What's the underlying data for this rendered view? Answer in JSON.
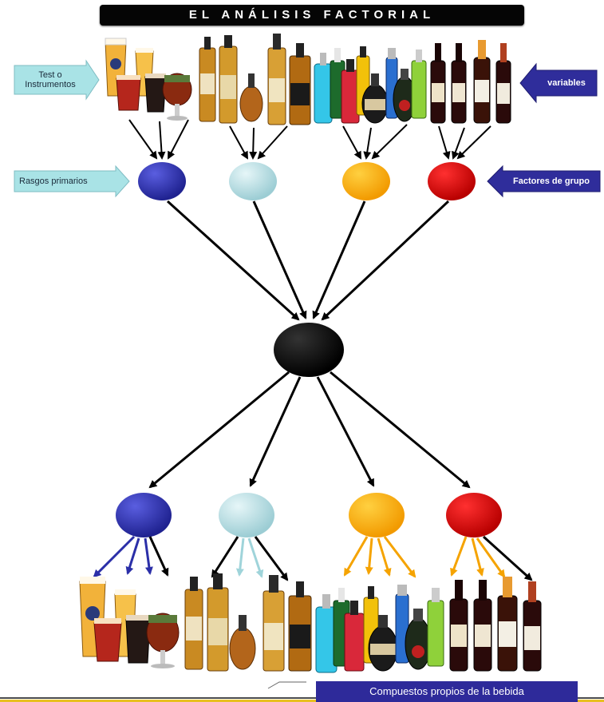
{
  "title": "EL ANÁLISIS FACTORIAL",
  "labels": {
    "test_instrumentos": "Test o Instrumentos",
    "variables": "variables",
    "rasgos_primarios": "Rasgos primarios",
    "factores_de_grupo": "Factores de grupo",
    "compuestos": "Compuestos propios de la bebida"
  },
  "colors": {
    "blue": "#2b2fa8",
    "lightblue": "#b8dde2",
    "orange": "#f5a300",
    "red": "#d40000",
    "black": "#000000",
    "arrow_left": "#a9e3e6",
    "arrow_right": "#2f2d9b"
  },
  "groups": [
    "beers",
    "whiskies",
    "liqueurs",
    "wines"
  ],
  "icons": [
    "beer-glass-icon",
    "whisky-bottle-icon",
    "liqueur-bottle-icon",
    "wine-bottle-icon"
  ]
}
